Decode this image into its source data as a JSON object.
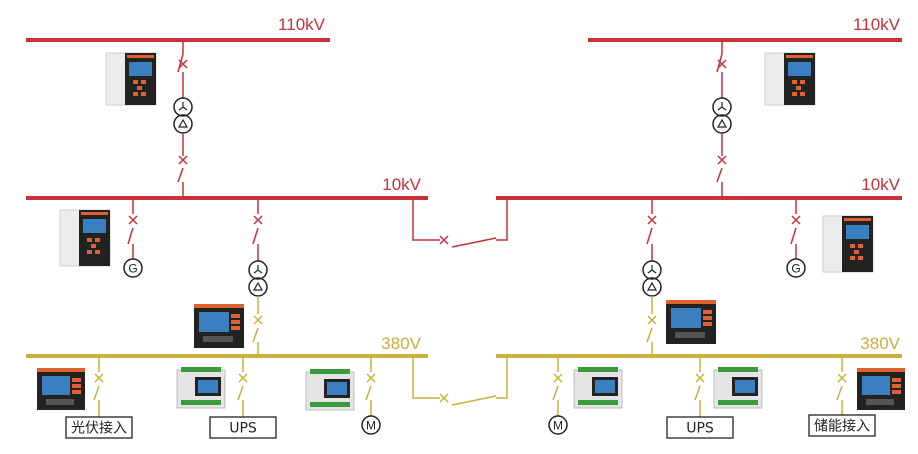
{
  "colors": {
    "high_voltage": "#c8303a",
    "low_voltage": "#c8b03a",
    "line_dark": "#222222",
    "device_gray": "#ececec",
    "device_dark": "#222222",
    "device_accent": "#e06030",
    "device_screen": "#3a7fc0"
  },
  "buses": {
    "hv_left": "110kV",
    "hv_right": "110kV",
    "mv_left": "10kV",
    "mv_right": "10kV",
    "lv_left": "380V",
    "lv_right": "380V"
  },
  "symbols": {
    "generator": "G",
    "motor": "M"
  },
  "feeders": {
    "pv": "光伏接入",
    "ups_left": "UPS",
    "ups_right": "UPS",
    "storage": "储能接入"
  }
}
